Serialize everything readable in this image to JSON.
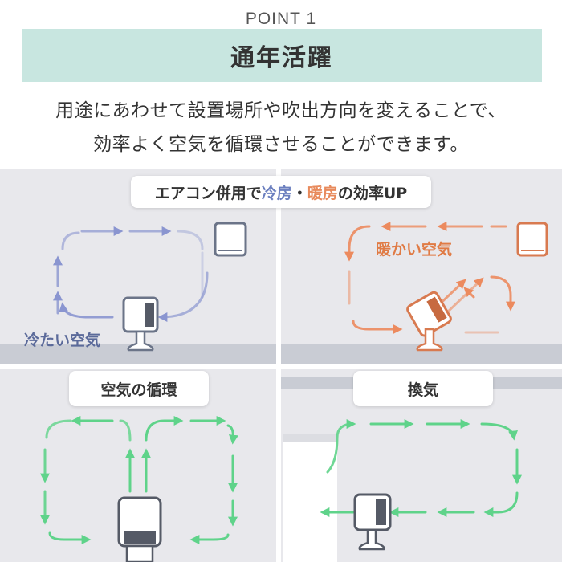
{
  "header": {
    "point_label": "POINT 1",
    "title": "通年活躍"
  },
  "description": {
    "line1": "用途にあわせて設置場所や吹出方向を変えることで、",
    "line2": "効率よく空気を循環させることができます。"
  },
  "panels": {
    "top_pill": {
      "prefix": "エアコン併用で",
      "cool": "冷房",
      "separator": "・",
      "warm": "暖房",
      "suffix": "の効率UP"
    },
    "cool_label": "冷たい空気",
    "warm_label": "暖かい空気",
    "circulation_label": "空気の循環",
    "ventilation_label": "換気"
  },
  "colors": {
    "title_band": "#c8e6e0",
    "panel_bg": "#e8e8ec",
    "floor": "#c9ccd4",
    "cool_arrow": "#8a95d0",
    "warm_arrow": "#ec8a5e",
    "green_arrow": "#5fd38a"
  }
}
